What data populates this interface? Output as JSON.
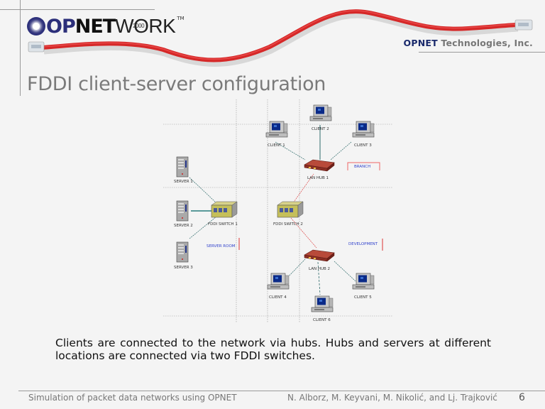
{
  "header": {
    "logo": {
      "brand_op": "OP",
      "brand_net": "NET",
      "brand_work": "WORK",
      "year": "2000",
      "trademark": "TM"
    },
    "company": {
      "brand": "OPNET",
      "rest": " Technologies, Inc."
    }
  },
  "slide": {
    "title": "FDDI client-server configuration",
    "body": "Clients are connected to the network via hubs. Hubs and servers at different locations are connected via two FDDI switches."
  },
  "diagram": {
    "servers": [
      {
        "label": "SERVER 1"
      },
      {
        "label": "SERVER 2"
      },
      {
        "label": "SERVER 3"
      }
    ],
    "switches": [
      {
        "label": "FDDI SWITCH 1"
      },
      {
        "label": "FDDI SWITCH 2"
      }
    ],
    "hubs": [
      {
        "label": "LAN HUB 1"
      },
      {
        "label": "LAN HUB 2"
      }
    ],
    "clients": [
      {
        "label": "CLIENT 1"
      },
      {
        "label": "CLIENT 2"
      },
      {
        "label": "CLIENT 3"
      },
      {
        "label": "CLIENT 4"
      },
      {
        "label": "CLIENT 5"
      },
      {
        "label": "CLIENT 6"
      }
    ],
    "locations": [
      {
        "label": "SERVER ROOM"
      },
      {
        "label": "BRANCH"
      },
      {
        "label": "DEVELOPMENT"
      }
    ]
  },
  "footer": {
    "left": "Simulation of packet data networks using OPNET",
    "authors": "N. Alborz, M. Keyvani, M. Nikolić, and Lj. Trajković",
    "page": "6"
  }
}
